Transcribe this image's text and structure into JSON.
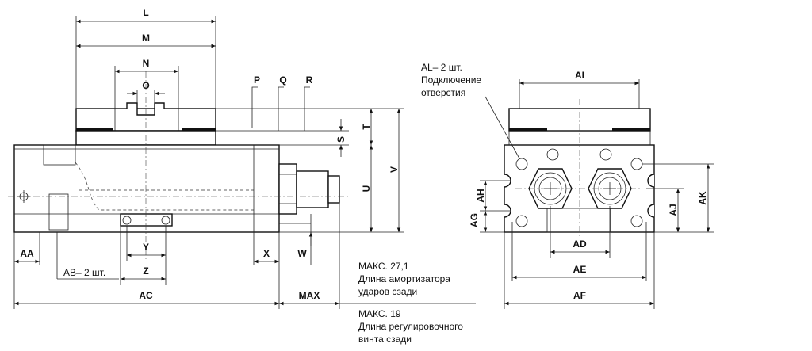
{
  "dimensions": {
    "L": "L",
    "M": "M",
    "N": "N",
    "O": "O",
    "P": "P",
    "Q": "Q",
    "R": "R",
    "S": "S",
    "T": "T",
    "U": "U",
    "V": "V",
    "W": "W",
    "X": "X",
    "Y": "Y",
    "Z": "Z",
    "AA": "AA",
    "AC": "AC",
    "MAX": "MAX",
    "AI": "AI",
    "AH": "AH",
    "AG": "AG",
    "AJ": "AJ",
    "AK": "AK",
    "AD": "AD",
    "AE": "AE",
    "AF": "AF"
  },
  "notes": {
    "ab": "AB– 2 шт.",
    "al_line1": "AL– 2 шт.",
    "al_line2": "Подключение",
    "al_line3": "отверстия",
    "max1_line1": "МАКС. 27,1",
    "max1_line2": "Длина амортизатора",
    "max1_line3": "ударов сзади",
    "max2_line1": "МАКС. 19",
    "max2_line2": "Длина регулировочного",
    "max2_line3": "винта сзади"
  },
  "colors": {
    "line": "#111111",
    "background": "#ffffff"
  }
}
